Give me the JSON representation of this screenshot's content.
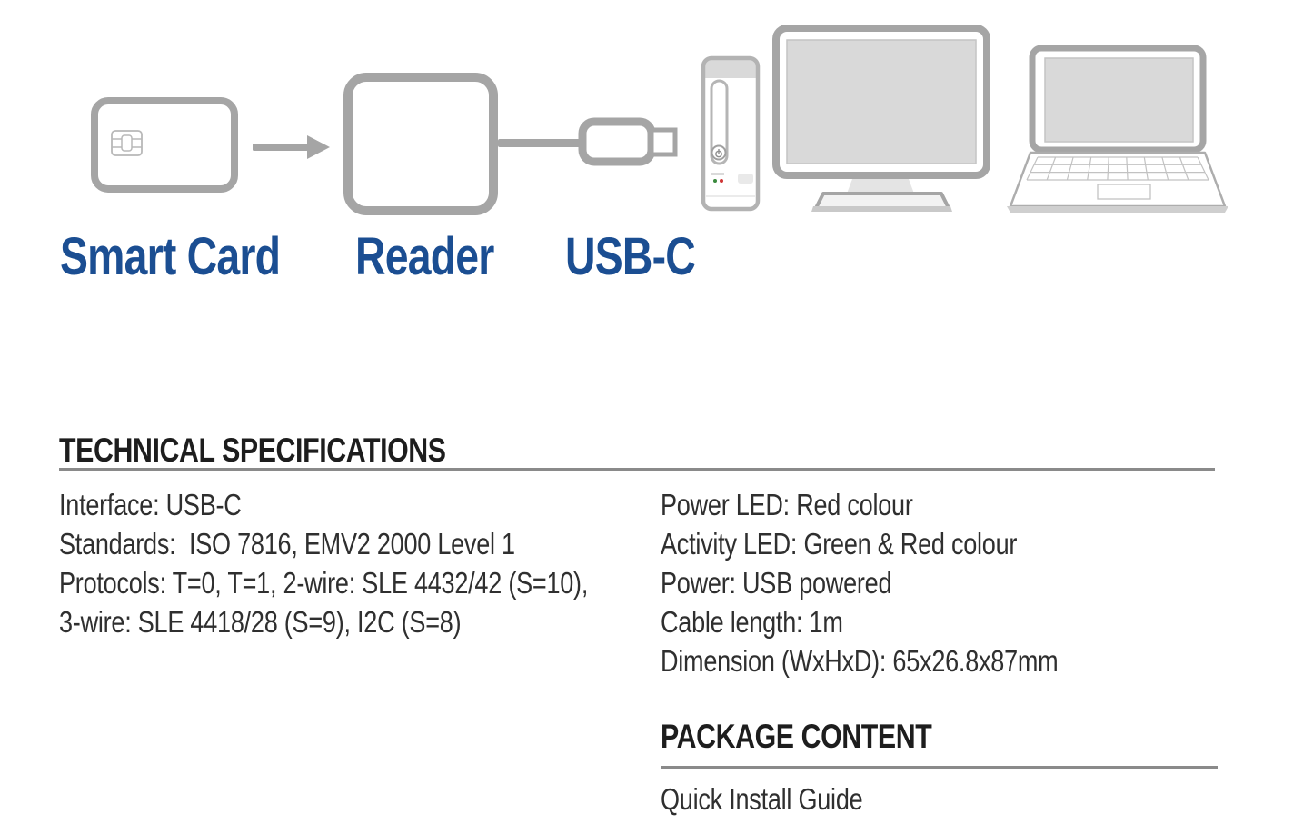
{
  "diagram": {
    "labels": {
      "smart_card": "Smart Card",
      "reader": "Reader",
      "usb_c": "USB-C"
    },
    "icons": [
      "smart-card-icon",
      "chip-icon",
      "arrow-right-icon",
      "reader-icon",
      "usb-c-cable-icon",
      "desktop-tower-icon",
      "monitor-icon",
      "laptop-icon"
    ],
    "colors": {
      "label_blue": "#1b4e92",
      "outline_gray": "#a5a5a5",
      "screen_fill": "#d9d9d9",
      "power_led_red": "#cf3535",
      "activity_led_green": "#3a8a3e"
    }
  },
  "technical_specifications": {
    "heading": "TECHNICAL SPECIFICATIONS",
    "left_column": [
      "Interface: USB-C",
      "Standards:  ISO 7816, EMV2 2000 Level 1",
      "Protocols: T=0, T=1, 2-wire: SLE 4432/42 (S=10),",
      "3-wire: SLE 4418/28 (S=9), I2C (S=8)"
    ],
    "right_column": [
      "Power LED: Red colour",
      "Activity LED: Green & Red colour",
      "Power: USB powered",
      "Cable length: 1m",
      "Dimension (WxHxD): 65x26.8x87mm"
    ]
  },
  "package_content": {
    "heading": "PACKAGE CONTENT",
    "items": [
      "Quick Install Guide"
    ]
  }
}
